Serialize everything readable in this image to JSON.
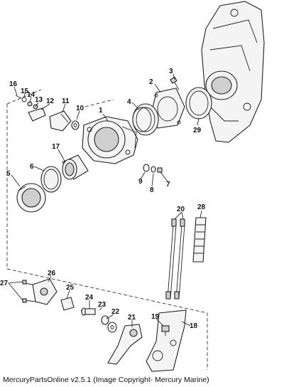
{
  "footer": "MercuryPartsOnline v2.5.1 (Image Copyright- Mercury Marine)",
  "callouts": [
    "1",
    "2",
    "3",
    "4",
    "5",
    "6",
    "7",
    "8",
    "9",
    "10",
    "11",
    "12",
    "13",
    "14",
    "15",
    "16",
    "17",
    "18",
    "19",
    "20",
    "21",
    "22",
    "23",
    "24",
    "25",
    "26",
    "27",
    "28",
    "29"
  ]
}
